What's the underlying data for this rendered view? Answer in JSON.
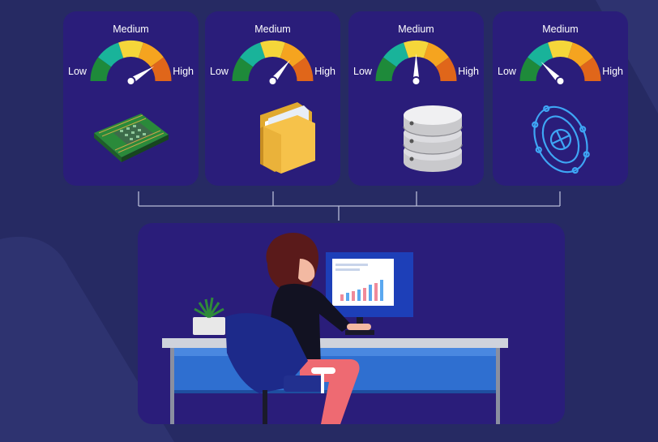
{
  "background": {
    "base": "#262a63",
    "shape_color": "#2e3370",
    "panel_color": "#2a1d7a"
  },
  "gauge_labels": {
    "medium": "Medium",
    "low": "Low",
    "high": "High"
  },
  "gauge_colors": [
    "#1e8a3a",
    "#19b39a",
    "#f5d63a",
    "#f5a41f",
    "#e0661a"
  ],
  "resources": [
    {
      "icon": "cpu-chip-icon",
      "level": 0.82
    },
    {
      "icon": "folder-icon",
      "level": 0.72
    },
    {
      "icon": "database-icon",
      "level": 0.5
    },
    {
      "icon": "network-globe-icon",
      "level": 0.25
    }
  ],
  "scene": {
    "icon": "person-at-computer-illustration",
    "chart_bar_colors": [
      "#f08a9a",
      "#5aa8f0"
    ]
  }
}
